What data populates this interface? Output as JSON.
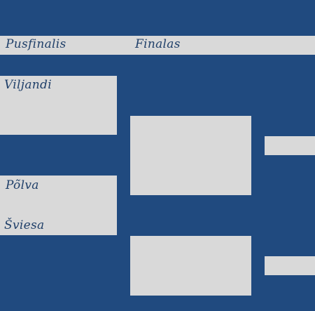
{
  "header": {
    "col1": "Pusfinalis",
    "col2": "Finalas"
  },
  "semifinals": [
    {
      "team1": "Viljandi",
      "team2": ""
    },
    {
      "team1": "Põlva",
      "team2": "Šviesa"
    }
  ],
  "finals": [
    {
      "team1": "",
      "team2": ""
    },
    {
      "team1": "",
      "team2": ""
    }
  ],
  "results": [
    {
      "label": ""
    },
    {
      "label": ""
    }
  ],
  "colors": {
    "background": "#204a7f",
    "box": "#d9d9d9",
    "text": "#1f3f69"
  }
}
